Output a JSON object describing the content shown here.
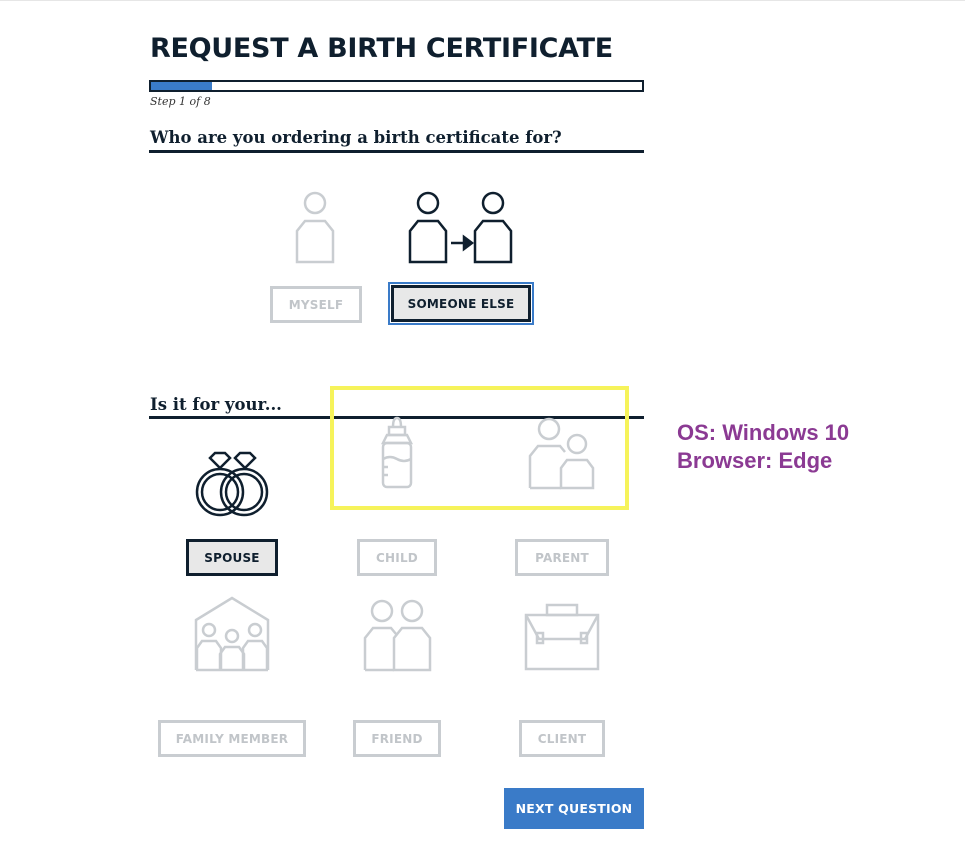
{
  "page": {
    "title": "REQUEST A BIRTH CERTIFICATE",
    "step_text": "Step 1 of 8",
    "progress_fraction": 0.125
  },
  "q1": {
    "question": "Who are you ordering a birth certificate for?",
    "options": [
      {
        "label": "MYSELF",
        "icon": "person-icon",
        "selected": false
      },
      {
        "label": "SOMEONE ELSE",
        "icon": "person-to-person-icon",
        "selected": true
      }
    ]
  },
  "q2": {
    "question": "Is it for your...",
    "options": [
      {
        "label": "SPOUSE",
        "icon": "wedding-rings-icon",
        "selected": true
      },
      {
        "label": "CHILD",
        "icon": "baby-bottle-icon",
        "selected": false
      },
      {
        "label": "PARENT",
        "icon": "parent-child-icon",
        "selected": false
      },
      {
        "label": "FAMILY MEMBER",
        "icon": "family-house-icon",
        "selected": false
      },
      {
        "label": "FRIEND",
        "icon": "two-people-icon",
        "selected": false
      },
      {
        "label": "CLIENT",
        "icon": "briefcase-icon",
        "selected": false
      }
    ]
  },
  "annotation": {
    "os": "OS: Windows 10",
    "browser": "Browser: Edge",
    "highlight_color": "#f6f35a",
    "text_color": "#8b3a93"
  },
  "next_button": {
    "label": "NEXT QUESTION"
  },
  "colors": {
    "primary": "#3a7bc8",
    "dark": "#0f1f2e",
    "inactive": "#c9cdd1"
  }
}
